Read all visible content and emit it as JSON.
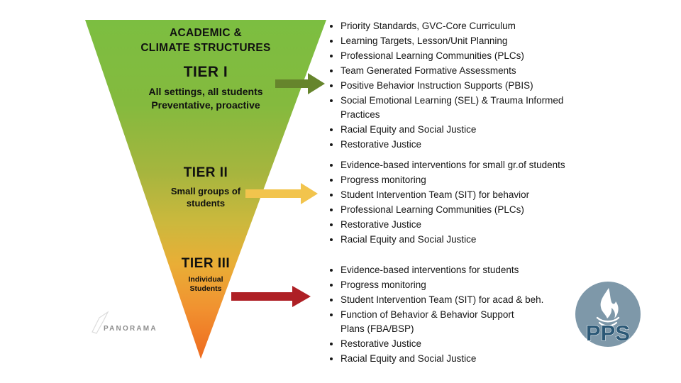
{
  "pyramid": {
    "header_line1": "ACADEMIC &",
    "header_line2": "CLIMATE STRUCTURES",
    "tier1": {
      "title": "TIER I",
      "line1": "All settings, all students",
      "line2": "Preventative, proactive"
    },
    "tier2": {
      "title": "TIER II",
      "line1": "Small groups of",
      "line2": "students"
    },
    "tier3": {
      "title": "TIER III",
      "line1": "Individual",
      "line2": "Students"
    }
  },
  "tier1_list": {
    "items": [
      "Priority Standards, GVC-Core Curriculum",
      "Learning Targets, Lesson/Unit Planning",
      "Professional Learning Communities (PLCs)",
      "Team Generated Formative Assessments",
      "Positive Behavior Instruction Supports (PBIS)",
      "Social Emotional Learning (SEL) & Trauma Informed\nPractices",
      "Racial Equity and Social Justice",
      "Restorative Justice"
    ]
  },
  "tier2_list": {
    "items": [
      "Evidence-based interventions for small gr.of students",
      "Progress monitoring",
      "Student Intervention Team (SIT) for behavior",
      "Professional Learning Communities (PLCs)",
      "Restorative Justice",
      "Racial Equity and Social Justice"
    ]
  },
  "tier3_list": {
    "items": [
      "Evidence-based interventions for students",
      "Progress monitoring",
      "Student Intervention Team (SIT) for acad & beh.",
      "Function of Behavior & Behavior Support\nPlans (FBA/BSP)",
      "Restorative Justice",
      "Racial Equity and Social Justice"
    ]
  },
  "colors": {
    "tri_s0": "#7cbe41",
    "tri_s1": "#84ba3e",
    "tri_s2": "#a6b53e",
    "tri_s3": "#ccb83d",
    "tri_s4": "#e9ae36",
    "tri_s5": "#f19230",
    "tri_s6": "#ee6a1f",
    "arrow_tier1": "#66852c",
    "arrow_tier2": "#f2c44d",
    "arrow_tier3": "#ae2025",
    "pps_circle": "#7e98a9",
    "pps_text": "#2b5876"
  },
  "logos": {
    "panorama_text": "PANORAMA",
    "pps_text": "PPS"
  }
}
